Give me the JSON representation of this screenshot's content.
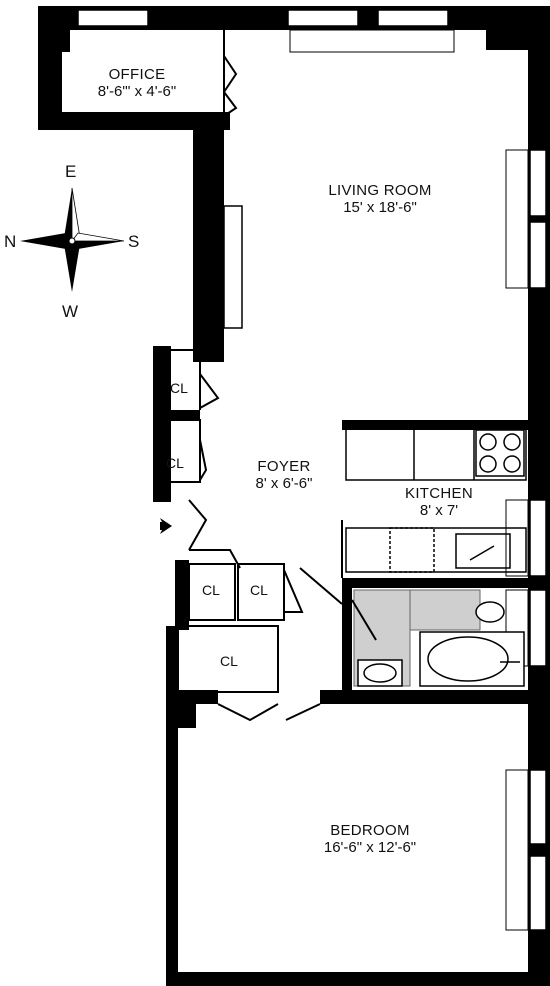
{
  "rooms": {
    "office": {
      "name": "OFFICE",
      "dims": "8'-6\"' x 4'-6\""
    },
    "living": {
      "name": "LIVING ROOM",
      "dims": "15' x 18'-6\""
    },
    "foyer": {
      "name": "FOYER",
      "dims": "8' x 6'-6\""
    },
    "kitchen": {
      "name": "KITCHEN",
      "dims": "8' x 7'"
    },
    "bedroom": {
      "name": "BEDROOM",
      "dims": "16'-6\" x 12'-6\""
    }
  },
  "closets": [
    "CL",
    "CL",
    "CL",
    "CL",
    "CL"
  ],
  "compass": {
    "north": "N",
    "east": "E",
    "south": "S",
    "west": "W"
  }
}
